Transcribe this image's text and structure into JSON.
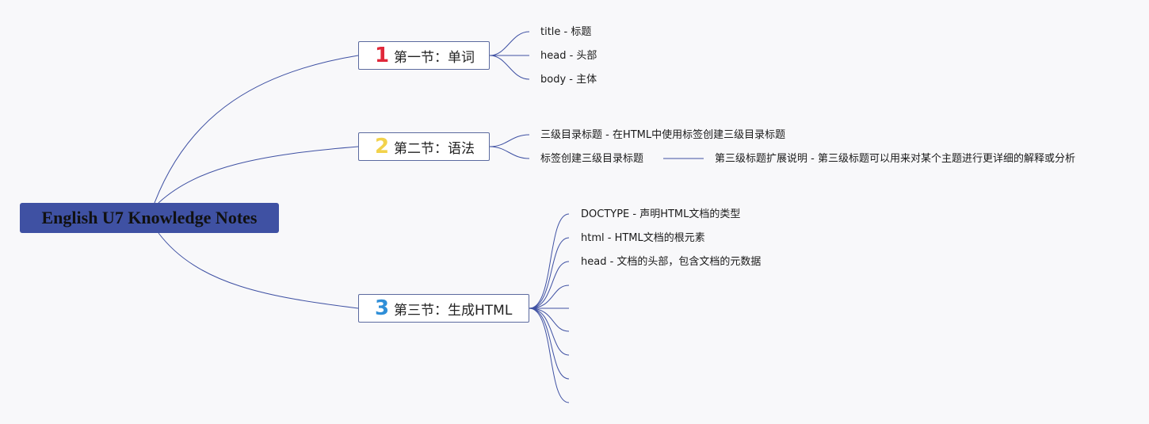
{
  "root": {
    "label": "English U7 Knowledge Notes"
  },
  "colors": {
    "root_bg": "#3f51a3",
    "line": "#3f51a3",
    "num1": "#e0283a",
    "num2": "#f2d24b",
    "num3": "#2f8fd8"
  },
  "branches": [
    {
      "number": "1",
      "label": "第一节：单词",
      "leaves": [
        "title - 标题",
        "head - 头部",
        "body - 主体"
      ]
    },
    {
      "number": "2",
      "label": "第二节：语法",
      "leaves": [
        "三级目录标题 - 在HTML中使用标签创建三级目录标题",
        "标签创建三级目录标题"
      ],
      "sub_leaf": "第三级标题扩展说明 - 第三级标题可以用来对某个主题进行更详细的解释或分析"
    },
    {
      "number": "3",
      "label": "第三节：生成HTML",
      "leaves": [
        "DOCTYPE - 声明HTML文档的类型",
        "html - HTML文档的根元素",
        "head - 文档的头部，包含文档的元数据",
        "",
        "",
        "",
        "",
        "",
        ""
      ]
    }
  ]
}
